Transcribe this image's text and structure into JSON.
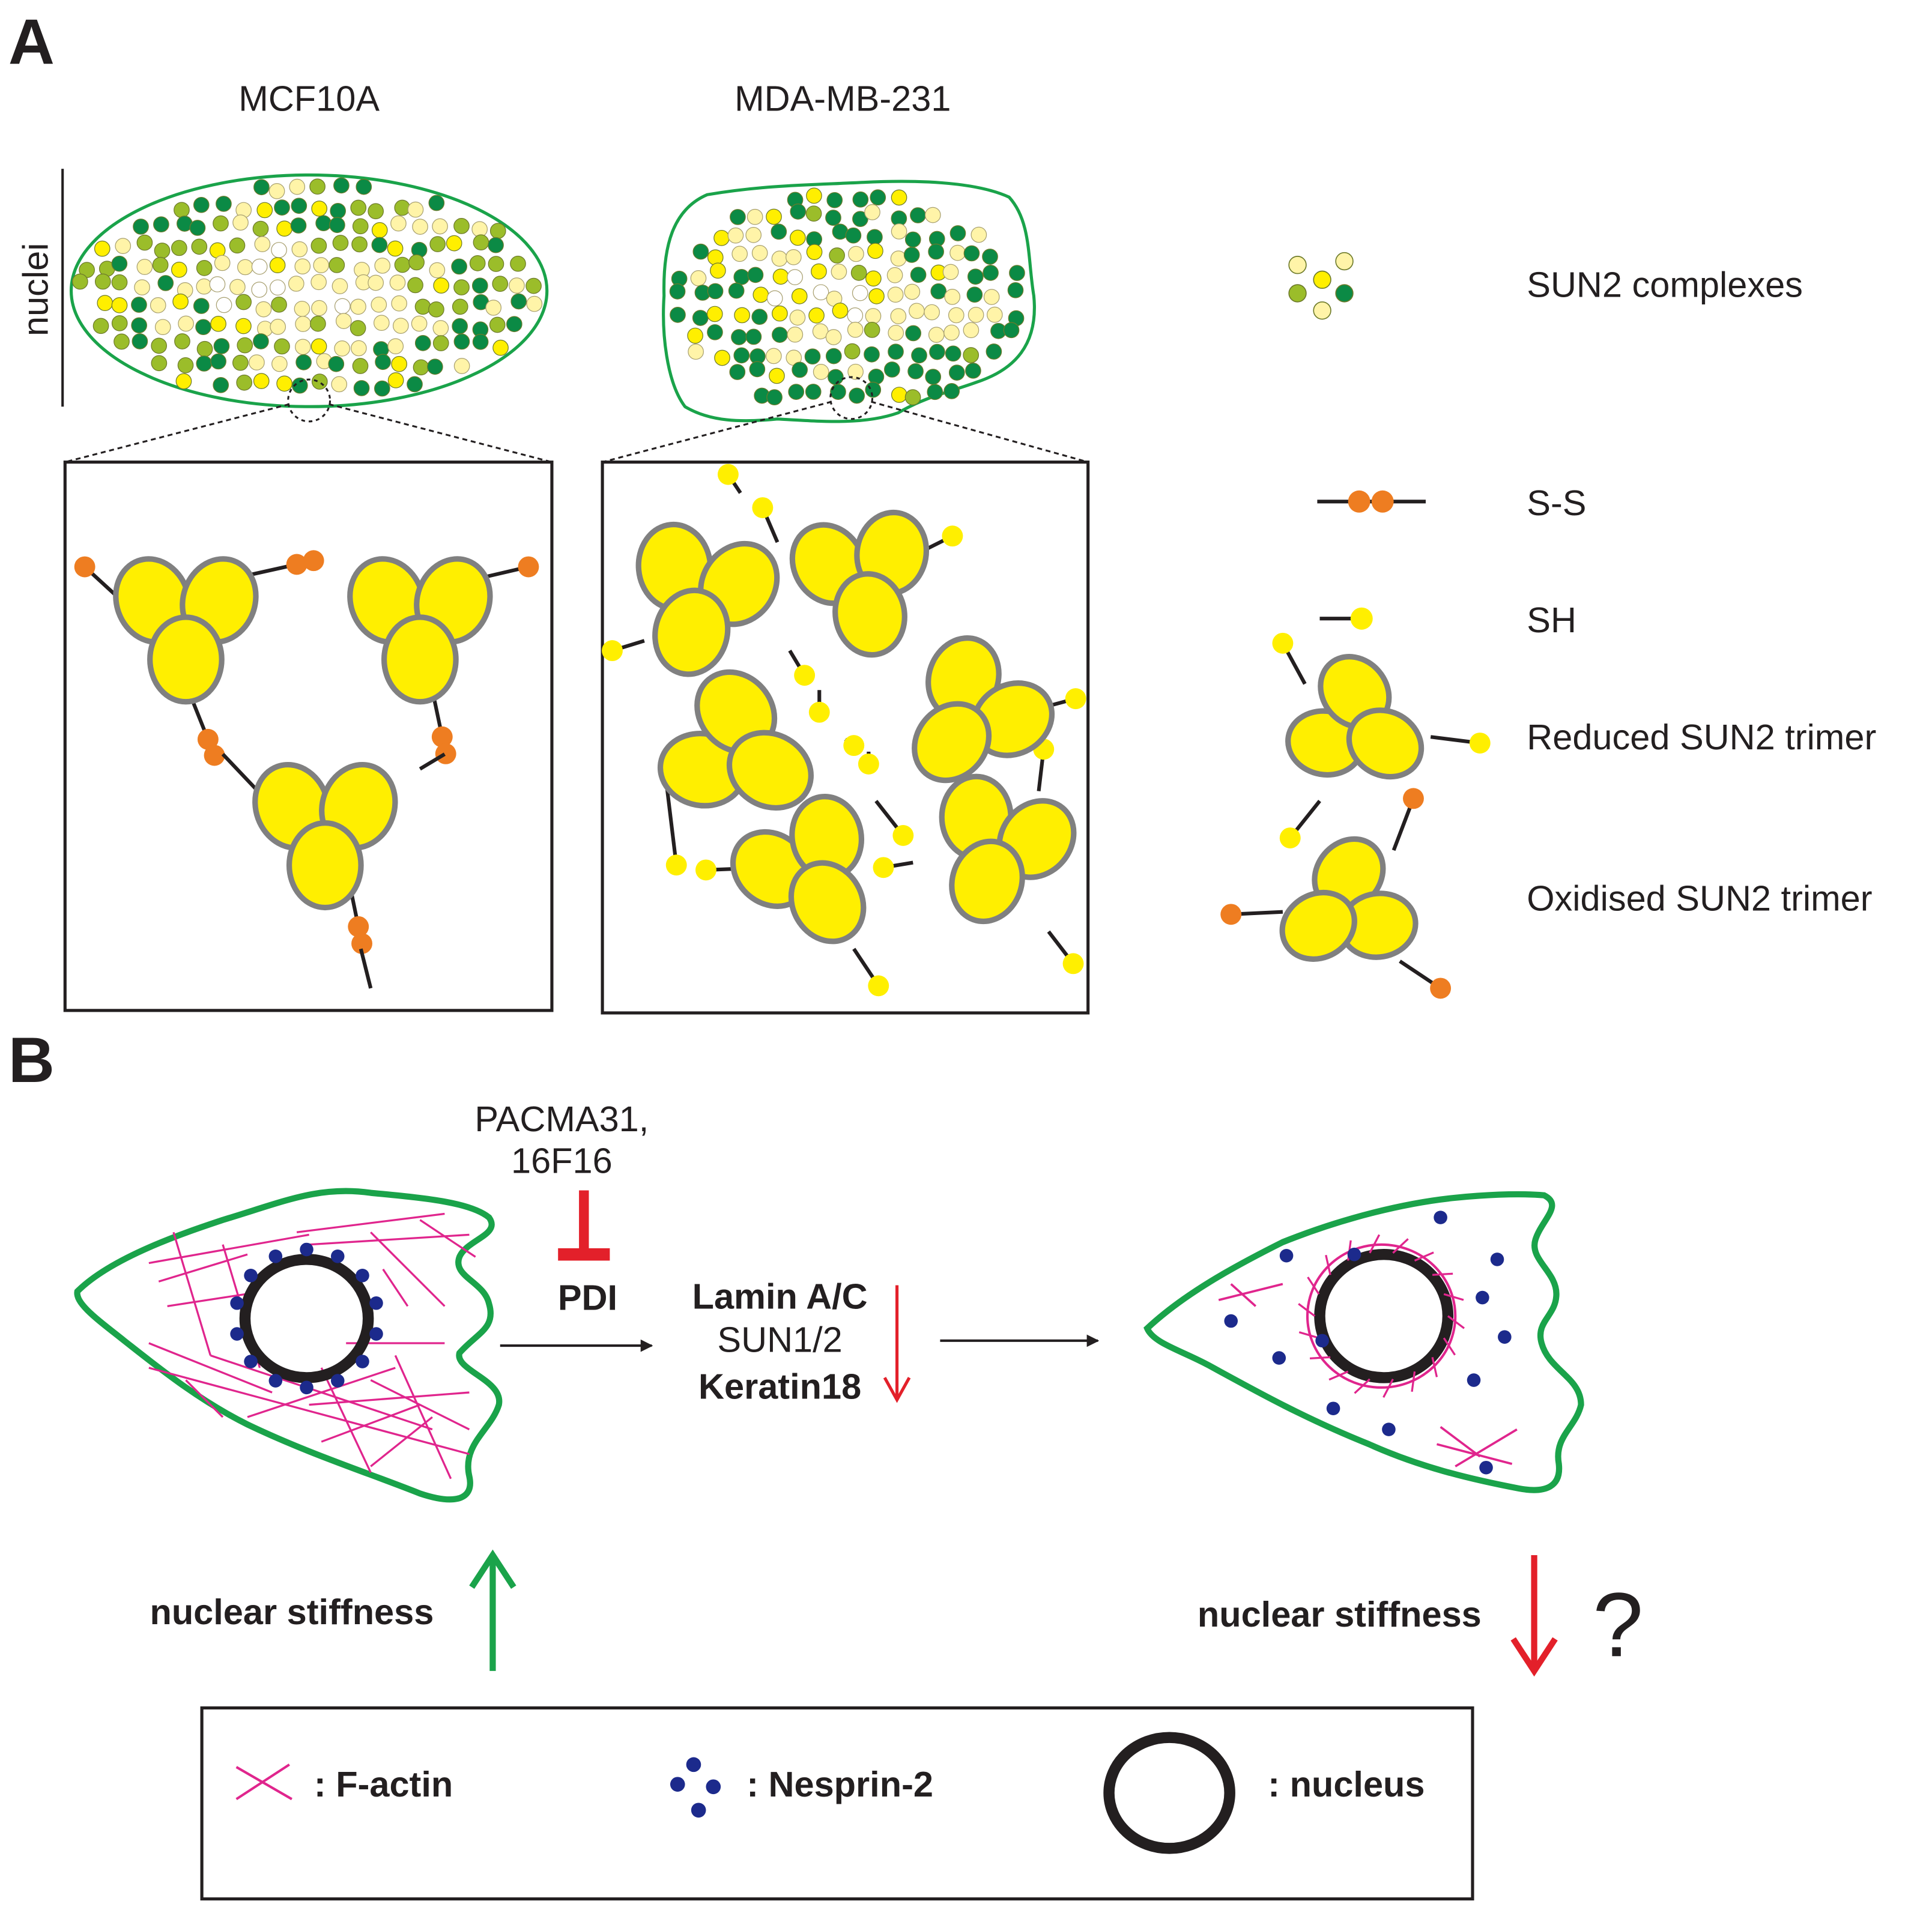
{
  "panel_a": {
    "letter": "A",
    "cell_labels": [
      "MCF10A",
      "MDA-MB-231"
    ],
    "axis_label": "nuclei"
  },
  "legend_a": {
    "sun2_complexes": "SUN2 complexes",
    "ss": "S-S",
    "sh": "SH",
    "reduced_trimer": "Reduced SUN2 trimer",
    "oxidised_trimer": "Oxidised SUN2 trimer"
  },
  "panel_b": {
    "letter": "B",
    "inhibitors_line1": "PACMA31,",
    "inhibitors_line2": "16F16",
    "pdi": "PDI",
    "targets": [
      "Lamin A/C",
      "SUN1/2",
      "Keratin18"
    ],
    "stiffness_left": "nuclear stiffness",
    "stiffness_right": "nuclear stiffness",
    "question": "?"
  },
  "legend_b": {
    "factin": ": F-actin",
    "nesprin": ": Nesprin-2",
    "nucleus": ": nucleus"
  },
  "colors": {
    "membrane_green": "#1aa34a",
    "arrow_green": "#1aa34a",
    "yellow": "#ffef00",
    "trimer_outline": "#808080",
    "disulfide_orange": "#ee7d21",
    "dark_green": "#0b8a45",
    "olive_green": "#9bbd2a",
    "pale_yellow": "#fff4a8",
    "inhibitor_red": "#e3202a",
    "factin_magenta": "#e0258d",
    "nesprin_navy": "#1c2a8c",
    "nucleus_black": "#231f20"
  }
}
